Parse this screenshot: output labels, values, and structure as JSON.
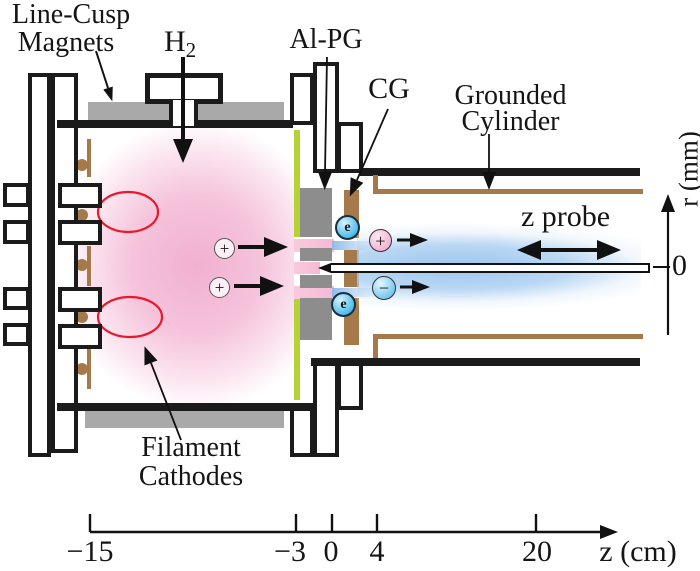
{
  "labels": {
    "line_cusp_magnets": [
      "Line-Cusp",
      "Magnets"
    ],
    "gas": {
      "element": "H",
      "subscript": "2"
    },
    "al_pg": "Al-PG",
    "cg": "CG",
    "grounded_cylinder": [
      "Grounded",
      "Cylinder"
    ],
    "z_probe": "z probe",
    "filament_cathodes": [
      "Filament",
      "Cathodes"
    ]
  },
  "symbols": {
    "positive_ion": "+",
    "negative_ion": "−",
    "electron": "e"
  },
  "axes": {
    "z": {
      "ticks": [
        "−15",
        "−3",
        "0",
        "4",
        "20"
      ],
      "label": "z (cm)"
    },
    "r": {
      "zero_label": "0",
      "label": "r (mm)"
    }
  },
  "colors": {
    "plasma_pink": "#f2b4d2",
    "beam_blue": "#a9cdee",
    "magnet_gray": "#a9a9a9",
    "grid_gray": "#8d8d8d",
    "copper_brown": "#a5794a",
    "plasma_grid_green": "#b5d334",
    "filament_red": "#e8192c",
    "outline_black": "#1b1b1b"
  }
}
